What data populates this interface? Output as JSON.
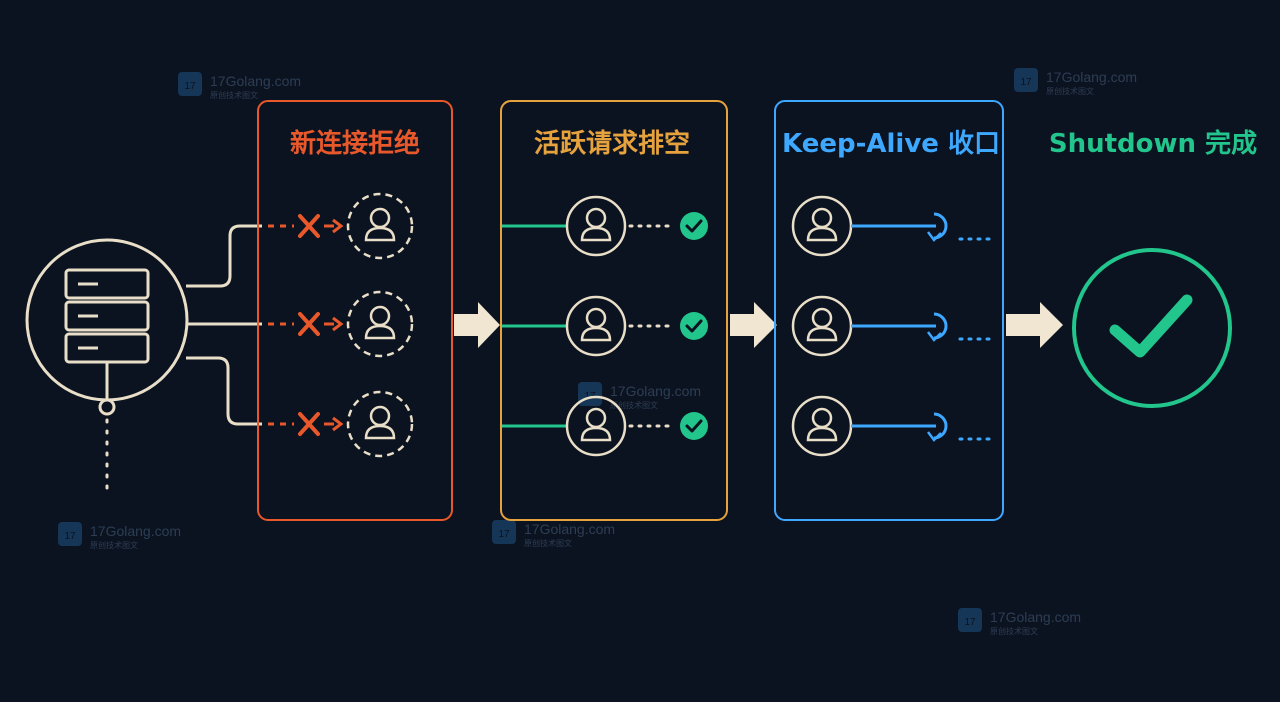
{
  "stages": [
    {
      "title": "新连接拒绝",
      "color": "#e8582a"
    },
    {
      "title": "活跃请求排空",
      "color": "#e6a23c"
    },
    {
      "title": "Keep-Alive 收口",
      "color": "#3ea8ff"
    },
    {
      "title": "Shutdown 完成",
      "color": "#22c58b"
    }
  ],
  "colors": {
    "background": "#0b1220",
    "neutral": "#e9dfc8",
    "arrow": "#f1e6d2",
    "drain_line": "#22c58b",
    "keepalive_line": "#3ea8ff"
  },
  "icons": {
    "server": "server-icon",
    "user": "user-icon",
    "reject": "x-mark-icon",
    "done": "check-circle-icon",
    "loop": "loop-icon",
    "done_big": "big-check-icon"
  },
  "watermark": {
    "logo_text": "17",
    "site": "17Golang.com",
    "tagline": "原创技术图文"
  }
}
